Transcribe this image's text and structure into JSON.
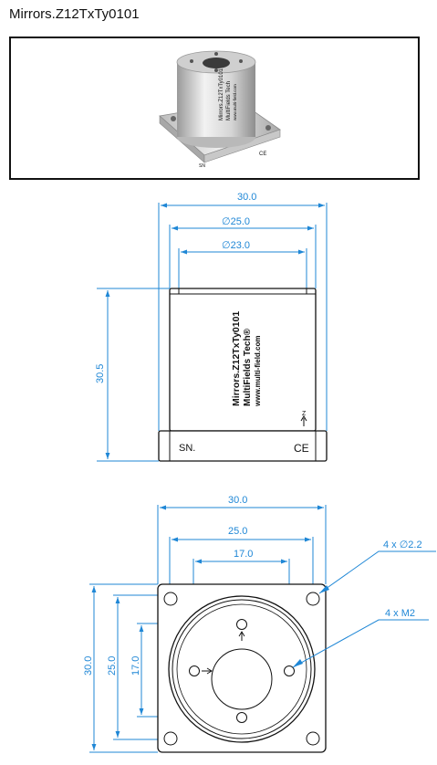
{
  "title": "Mirrors.Z12TxTy0101",
  "product_photo": {
    "label_text": [
      "Mirrors.Z12TxTy0101",
      "MultiFields Tech",
      "www.multi-field.com"
    ],
    "sn_text": "SN",
    "ce_text": "CE"
  },
  "side_view": {
    "width_dim": "30.0",
    "outer_dia_dim": "∅25.0",
    "inner_dia_dim": "∅23.0",
    "height_dim": "30.5",
    "label_line1": "Mirrors.Z12TxTy0101",
    "label_line2": "MultiFields Tech®",
    "label_line3": "www.multi-field.com",
    "axis_label": "Z",
    "sn_label": "SN.",
    "ce_label": "CE"
  },
  "top_view": {
    "width_dim": "30.0",
    "mid_dim": "25.0",
    "inner_dim": "17.0",
    "left_outer_dim": "30.0",
    "left_mid_dim": "25.0",
    "left_inner_dim": "17.0",
    "hole_callout": "4 x  ∅2.2",
    "thread_callout": "4 x  M2"
  }
}
